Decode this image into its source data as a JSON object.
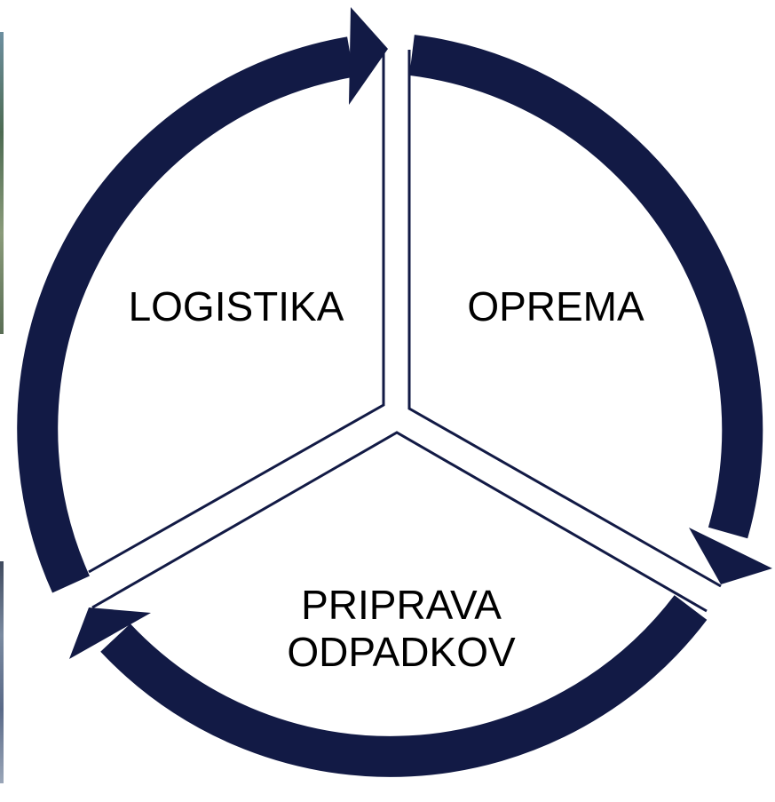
{
  "colors": {
    "arrow": "#121a45",
    "background": "#ffffff",
    "text": "#000000"
  },
  "segments": [
    {
      "id": "logistika",
      "label": "LOGISTIKA"
    },
    {
      "id": "oprema",
      "label": "OPREMA"
    },
    {
      "id": "priprava",
      "label_line1": "PRIPRAVA",
      "label_line2": "ODPADKOV"
    }
  ]
}
